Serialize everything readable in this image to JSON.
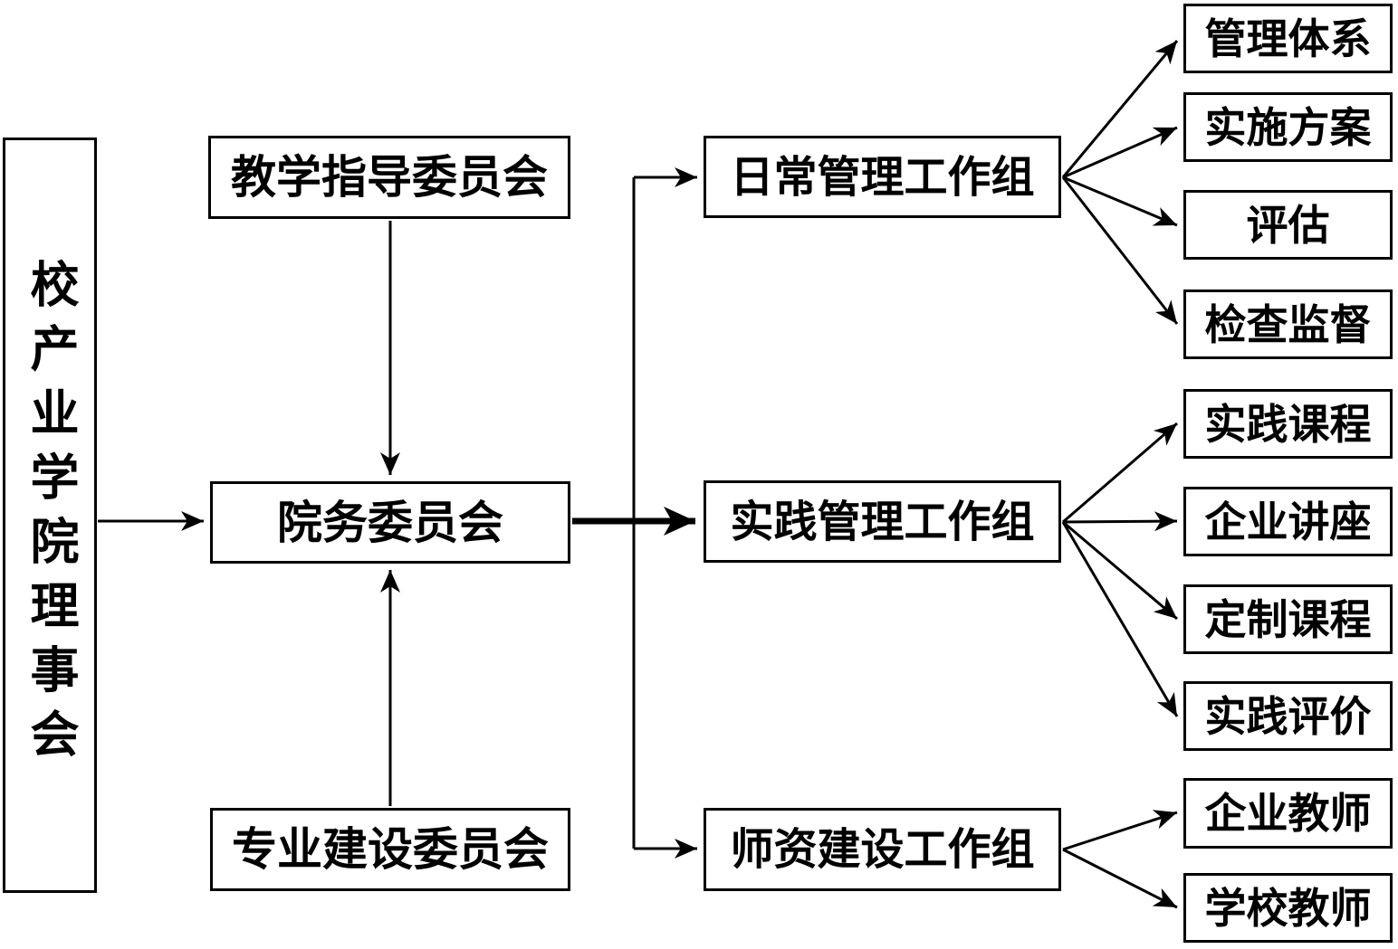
{
  "diagram": {
    "board": "校产业学院理事会",
    "teaching_committee": "教学指导委员会",
    "council_committee": "院务委员会",
    "major_committee": "专业建设委员会",
    "daily_group": "日常管理工作组",
    "practice_group": "实践管理工作组",
    "faculty_group": "师资建设工作组",
    "daily_items": [
      "管理体系",
      "实施方案",
      "评估",
      "检查监督"
    ],
    "practice_items": [
      "实践课程",
      "企业讲座",
      "定制课程",
      "实践评价"
    ],
    "faculty_items": [
      "企业教师",
      "学校教师"
    ]
  },
  "colors": {
    "background": "#ffffff",
    "box_fill": "#ffffff",
    "box_border": "#000000",
    "line": "#000000",
    "text": "#000000"
  }
}
